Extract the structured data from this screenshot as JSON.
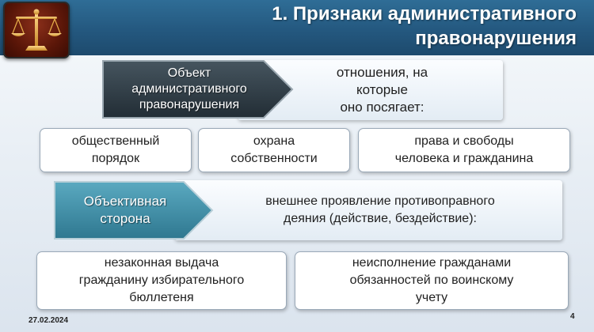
{
  "header": {
    "title_line1": "1. Признаки административного",
    "title_line2": "правонарушения",
    "logo_icon": "scales-of-justice-icon"
  },
  "object_row": {
    "label_line1": "Объект",
    "label_line2": "административного",
    "label_line3": "правонарушения",
    "desc_line1": "отношения, на",
    "desc_line2": "которые",
    "desc_line3": "оно посягает:"
  },
  "object_cards": [
    {
      "line1": "общественный",
      "line2": "порядок"
    },
    {
      "line1": "охрана",
      "line2": "собственности"
    },
    {
      "line1": "права и свободы",
      "line2": "человека и гражданина"
    }
  ],
  "objective_row": {
    "label_line1": "Объективная",
    "label_line2": "сторона",
    "desc_line1": "внешнее проявление противоправного",
    "desc_line2": "деяния (действие, бездействие):"
  },
  "example_cards": [
    {
      "line1": "незаконная выдача",
      "line2": "гражданину избирательного",
      "line3": "бюллетеня"
    },
    {
      "line1": "неисполнение гражданами",
      "line2": "обязанностей по воинскому",
      "line3": "учету"
    }
  ],
  "footer": {
    "date": "27.02.2024",
    "page": "4"
  },
  "colors": {
    "header_blue": "#24587f",
    "label_dark": "#2c3b47",
    "label_teal": "#3f8fa6",
    "logo_red": "#5a1608",
    "gold": "#e8b04a"
  }
}
